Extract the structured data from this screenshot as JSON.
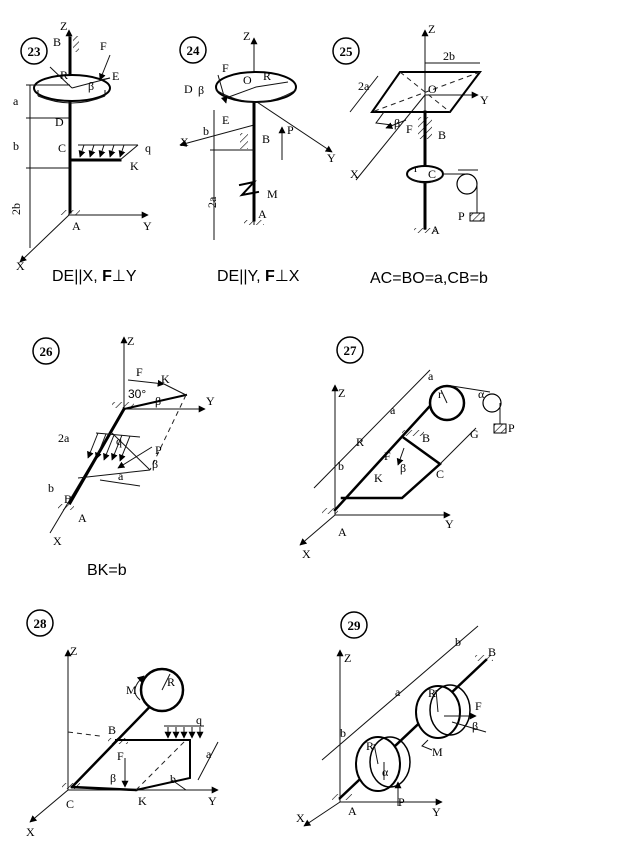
{
  "problems": [
    {
      "number": "23",
      "caption_parts": [
        "DE||X, ",
        "F",
        "⊥Y"
      ],
      "labels": {
        "z": "Z",
        "x": "X",
        "y": "Y",
        "b1": "B",
        "f": "F",
        "r": "R",
        "e": "E",
        "beta": "β",
        "a": "a",
        "d": "D",
        "c": "C",
        "q": "q",
        "k": "K",
        "b2": "b",
        "twob": "2b",
        "a2": "A"
      }
    },
    {
      "number": "24",
      "caption_parts": [
        "DE||Y, ",
        "F",
        "⊥X"
      ],
      "labels": {
        "z": "Z",
        "x": "X",
        "y": "Y",
        "f": "F",
        "o": "O",
        "r": "R",
        "d": "D",
        "beta": "β",
        "e": "E",
        "b": "B",
        "p": "P",
        "bl": "b",
        "twoa": "2a",
        "m": "M",
        "a": "A"
      }
    },
    {
      "number": "25",
      "caption": "AC=BO=a,CB=b",
      "labels": {
        "z": "Z",
        "y": "Y",
        "x": "X",
        "twob": "2b",
        "twoa": "2a",
        "o": "O",
        "beta": "β",
        "f": "F",
        "b": "B",
        "r": "r",
        "c": "C",
        "p": "P",
        "a": "A"
      }
    },
    {
      "number": "26",
      "caption": "BK=b",
      "labels": {
        "z": "Z",
        "y": "Y",
        "x": "X",
        "f": "F",
        "k": "K",
        "deg": "30°",
        "beta": "β",
        "twoa": "2a",
        "q": "q",
        "p": "P",
        "a": "a",
        "b": "b",
        "b2": "B",
        "a2": "A"
      }
    },
    {
      "number": "27",
      "labels": {
        "z": "Z",
        "y": "Y",
        "x": "X",
        "a1": "a",
        "a2": "a",
        "r": "r",
        "alpha": "α",
        "p": "P",
        "r2": "R",
        "b": "B",
        "g": "G",
        "f": "F",
        "beta": "β",
        "k": "K",
        "c": "C",
        "bl": "b",
        "a": "A"
      }
    },
    {
      "number": "28",
      "labels": {
        "z": "Z",
        "y": "Y",
        "x": "X",
        "m": "M",
        "r": "R",
        "b": "B",
        "q": "q",
        "f": "F",
        "a": "a",
        "beta": "β",
        "bl": "b",
        "c": "C",
        "k": "K"
      }
    },
    {
      "number": "29",
      "labels": {
        "z": "Z",
        "y": "Y",
        "x": "X",
        "b1": "b",
        "b2": "B",
        "a": "a",
        "r1": "R",
        "f": "F",
        "beta": "β",
        "m": "M",
        "b3": "b",
        "r2": "R",
        "alpha": "α",
        "a2": "A",
        "p": "P"
      }
    }
  ]
}
